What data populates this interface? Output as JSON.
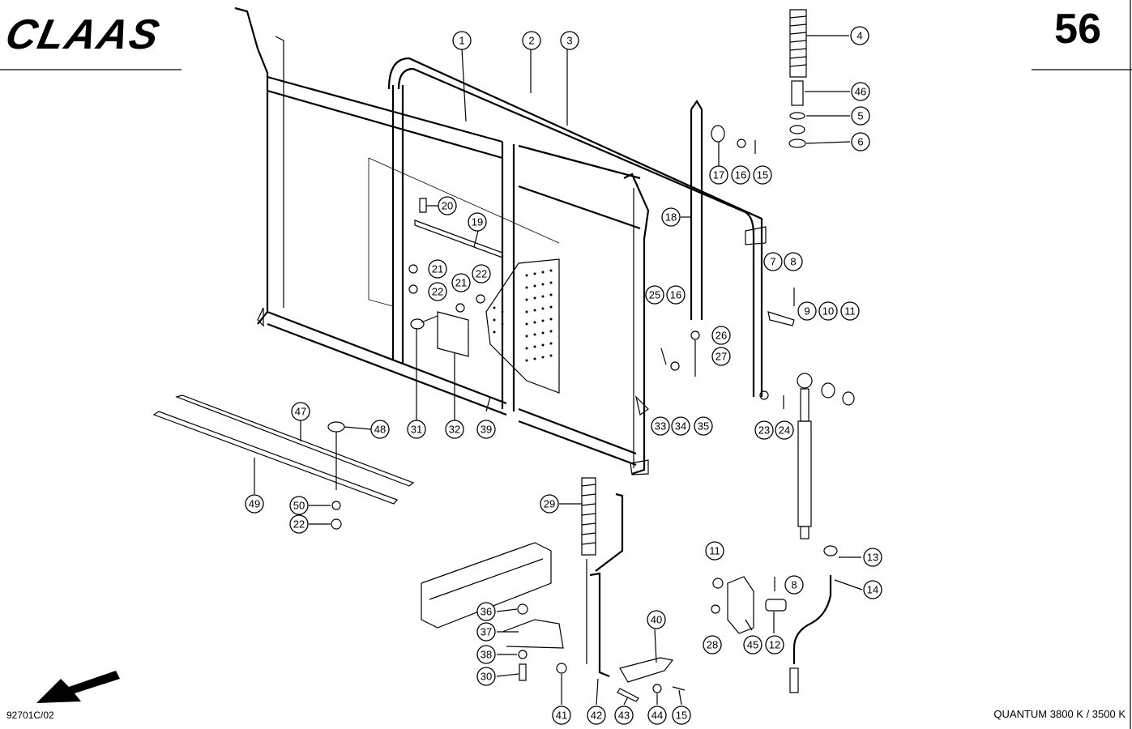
{
  "header": {
    "brand": "CLAAS",
    "page_number": "56"
  },
  "footer": {
    "drawing_code": "92701C/02",
    "model": "QUANTUM 3800 K / 3500 K"
  },
  "callouts": [
    "1",
    "2",
    "3",
    "4",
    "46",
    "5",
    "6",
    "17",
    "16",
    "15",
    "18",
    "20",
    "19",
    "21",
    "22",
    "21",
    "22",
    "7",
    "8",
    "9",
    "10",
    "11",
    "25",
    "16",
    "26",
    "27",
    "23",
    "24",
    "31",
    "32",
    "39",
    "33",
    "34",
    "35",
    "47",
    "48",
    "49",
    "50",
    "22",
    "29",
    "11",
    "13",
    "8",
    "14",
    "28",
    "45",
    "12",
    "40",
    "36",
    "37",
    "38",
    "30",
    "41",
    "42",
    "43",
    "44",
    "15"
  ]
}
